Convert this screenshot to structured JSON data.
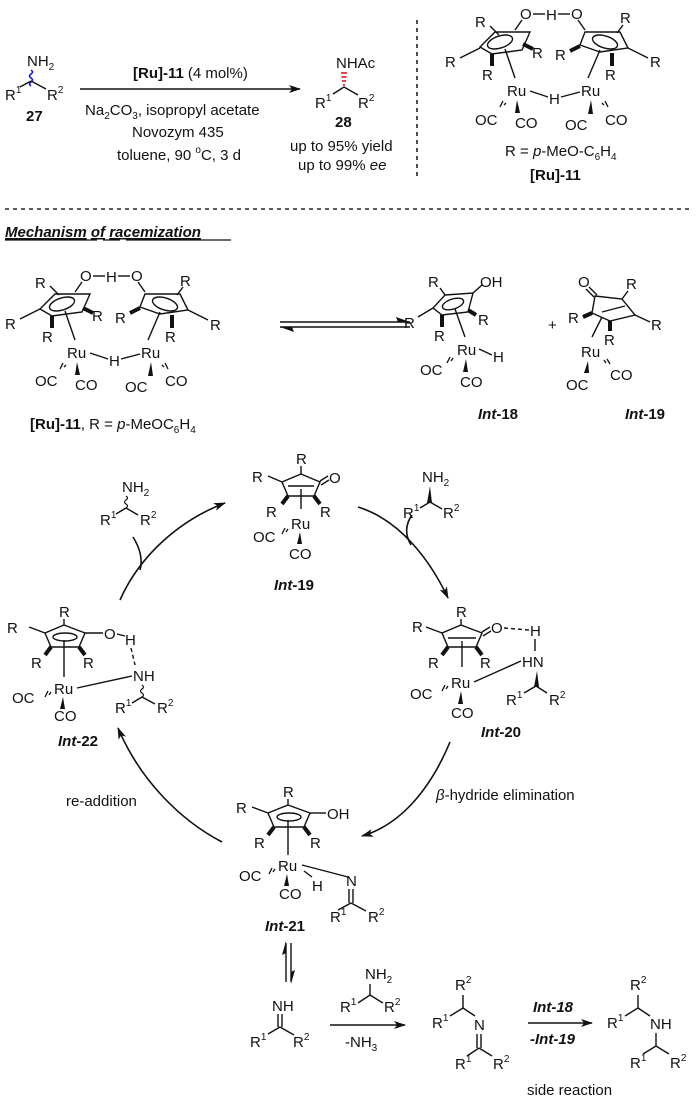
{
  "top_scheme": {
    "reactant": {
      "label": "27",
      "top_group": "NH2",
      "r1": "R",
      "r1_sup": "1",
      "r2": "R",
      "r2_sup": "2",
      "bond_style": "wavy",
      "bond_color": "#1a1adf"
    },
    "arrow": {
      "above_catalyst": "[Ru]-11",
      "above_loading": "(4 mol%)",
      "below_line1": "Na2CO3,  isopropyl acetate",
      "below_line2": "Novozym 435",
      "below_line3": "toluene, 90 oC, 3 d"
    },
    "product": {
      "label": "28",
      "top_group": "NHAc",
      "r1": "R",
      "r1_sup": "1",
      "r2": "R",
      "r2_sup": "2",
      "bond_style": "hashed",
      "bond_color": "#e0141e",
      "yield_text": "up to 95% yield",
      "ee_prefix": "up to 99%",
      "ee_suffix": "ee"
    },
    "catalyst": {
      "name": "[Ru]-11",
      "r_definition_prefix": "R = ",
      "r_definition_italic": "p",
      "r_definition_rest": "-MeO-C6H4"
    }
  },
  "mechanism": {
    "heading_words": [
      "Mechanism",
      "of",
      "racemization"
    ],
    "dimer": {
      "name": "[Ru]-11",
      "r_definition": ", R = p-MeOC6H4"
    },
    "int18": {
      "prefix": "Int",
      "number": "-18"
    },
    "int19": {
      "prefix": "Int",
      "number": "-19"
    },
    "int20": {
      "prefix": "Int",
      "number": "-20"
    },
    "int21": {
      "prefix": "Int",
      "number": "-21"
    },
    "int22": {
      "prefix": "Int",
      "number": "-22"
    },
    "plus": "+",
    "step_labels": {
      "beta_symbol": "β",
      "beta_rest": "-hydride elimination",
      "readdition": "re-addition"
    }
  },
  "side_reaction": {
    "arrow1_below": "-NH3",
    "arrow2_above_prefix": "Int",
    "arrow2_above_number": "-18",
    "arrow2_below_prefix": "-Int",
    "arrow2_below_number": "-19",
    "caption": "side reaction"
  },
  "atoms": {
    "R": "R",
    "O": "O",
    "H": "H",
    "OH": "OH",
    "Ru": "Ru",
    "OC": "OC",
    "CO": "CO",
    "NH": "NH",
    "HN": "HN",
    "N": "N",
    "NH2": "NH",
    "sub2": "2",
    "sup1": "1",
    "sup2": "2"
  }
}
